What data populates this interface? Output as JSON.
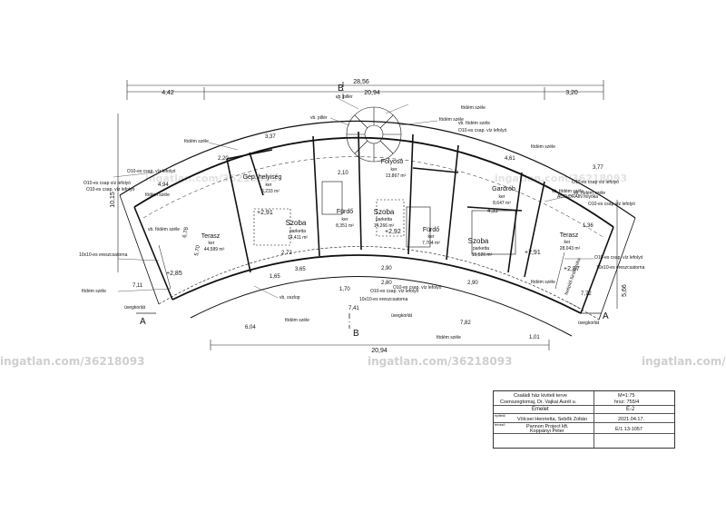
{
  "watermark": "ingatlan.com/36218093",
  "section_markers": {
    "top": "B",
    "bottom": "B",
    "left": "A",
    "right": "A"
  },
  "dimensions": {
    "overall_top": "28,56",
    "top_left": "4,42",
    "top_mid": "20,94",
    "top_right": "3,20",
    "bottom_total": "20,94",
    "left_height": "10,15",
    "right_height": "5,66",
    "misc": [
      "3,37",
      "2,20",
      "4,61",
      "3,77",
      "6,04",
      "7,41",
      "7,82",
      "7,11",
      "7,72",
      "4,94",
      "1,01",
      "1,36",
      "2,90",
      "1,70",
      "2,80",
      "2,10",
      "4,33",
      "1,65",
      "3,65",
      "2,72",
      "6,78",
      "5,70",
      "2,90"
    ]
  },
  "rooms": [
    {
      "name": "Gép. helyiség",
      "floor": "ker",
      "area": "6,233 m²"
    },
    {
      "name": "Szoba",
      "floor": "parketta",
      "area": "14,411 m²"
    },
    {
      "name": "Fürdő",
      "floor": "ker",
      "area": "8,351 m²"
    },
    {
      "name": "Szoba",
      "floor": "parketta",
      "area": "14,266 m²"
    },
    {
      "name": "Folyosó",
      "floor": "ker",
      "area": "13,867 m²"
    },
    {
      "name": "Terasz",
      "floor": "ker",
      "area": "44,589 m²"
    },
    {
      "name": "Fürdő",
      "floor": "ker",
      "area": "7,704 m²"
    },
    {
      "name": "Szoba",
      "floor": "parketta",
      "area": "15,526 m²"
    },
    {
      "name": "Gardrób",
      "floor": "ker",
      "area": "8,647 m²"
    },
    {
      "name": "Terasz",
      "floor": "ker",
      "area": "28,043 m²"
    }
  ],
  "levels": [
    "+2,91",
    "+2,92",
    "+2,91",
    "+2,85",
    "+2,87"
  ],
  "annotations": [
    "vb. pillér",
    "födém széle",
    "vb. pillér",
    "födém széle",
    "vb. födém széle",
    "O10-es csap. víz lefolyó",
    "födém széle",
    "födém széle",
    "O10-es csap. víz lefolyó",
    "O10-es csap víz lefolyó",
    "vb. födém széle",
    "10x10-es ereszcsatorna",
    "födém széle",
    "üvegkorlát",
    "vb. oszlop",
    "födém széle",
    "O10-es csap. víz lefolyó",
    "10x10-es ereszcsatorna",
    "üvegkorlát",
    "födém széle",
    "vb. födém széle",
    "ACO DRAIN folyóka",
    "O10-es csap víz lefolyó",
    "O10-es csap víz lefolyó",
    "10x10-es ereszcsatorna",
    "födém széle",
    "O10-es csap. víz lefolyó",
    "üvegkorlát",
    "födém széle",
    "beépítő fürdőszoba",
    "vb. födém széle",
    "O10-es csap. víz lefolyó",
    "O10-es csap. víz lefolyó"
  ],
  "title_block": {
    "project": "Családi ház kiviteli terve",
    "scale": "M=1:75",
    "address": "Csenszegtomaj, Dr. Vajkai Aurél u.",
    "hrsz": "hrsz: 755/4",
    "sheet_name": "Emelet",
    "sheet_no": "É-2",
    "client_label": "építtető",
    "client": "Völcsei Henrietta, Sebők Zoltán",
    "date": "2021.04.17.",
    "designer_label": "tervező",
    "designer_company": "Pannon Project kft.",
    "designer_name": "Koppányi Péter",
    "license": "É/1 13-1057"
  }
}
